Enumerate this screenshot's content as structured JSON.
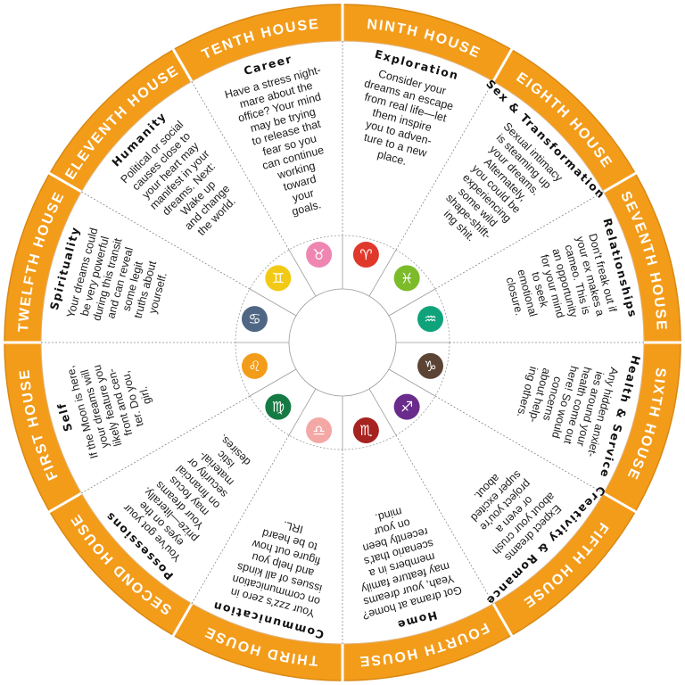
{
  "colors": {
    "ring": "#f39c1a",
    "ring_edge": "#d98812",
    "divider": "#ffffff",
    "background": "#ffffff"
  },
  "houses": [
    {
      "label": "FIRST HOUSE",
      "title": "Self",
      "lines": [
        "If the Moon is here,",
        "your dreams will",
        "likely feature you",
        "front and cen-",
        "ter. Do you,",
        "girl."
      ],
      "sign_icon": "leo-icon",
      "glyph": "♌",
      "color": "#f39c1a"
    },
    {
      "label": "SECOND HOUSE",
      "title": "Possessions",
      "lines": [
        "You've got your",
        "eyes on the",
        "prize—literally.",
        "Your dreams",
        "may focus",
        "on financial",
        "security or",
        "material-",
        "istic",
        "desires."
      ],
      "sign_icon": "virgo-icon",
      "glyph": "♍",
      "color": "#157a43"
    },
    {
      "label": "THIRD HOUSE",
      "title": "Communication",
      "lines": [
        "Your zzz's zero in",
        "on communication",
        "issues of all kinds",
        "and help you",
        "figure out how",
        "to be heard",
        "IRL."
      ],
      "sign_icon": "libra-icon",
      "glyph": "♎",
      "color": "#f4a8a6"
    },
    {
      "label": "FOURTH HOUSE",
      "title": "Home",
      "lines": [
        "Got drama at home?",
        "Yeah, your dreams",
        "may feature family",
        "members in a",
        "scenario that's",
        "recently been",
        "on your",
        "mind."
      ],
      "sign_icon": "scorpio-icon",
      "glyph": "♏",
      "color": "#a6231f"
    },
    {
      "label": "FIFTH HOUSE",
      "title": "Creativity & Romance",
      "lines": [
        "Expect dreams",
        "about your crush",
        "or even a",
        "project you're",
        "super excited",
        "about."
      ],
      "sign_icon": "sagittarius-icon",
      "glyph": "♐",
      "color": "#6a2c8c"
    },
    {
      "label": "SIXTH HOUSE",
      "title": "Health & Service",
      "lines": [
        "Any hidden anxiet-",
        "ies around your",
        "health come out",
        "here! So would",
        "concerns",
        "about help-",
        "ing others."
      ],
      "sign_icon": "capricorn-icon",
      "glyph": "♑",
      "color": "#5b4434"
    },
    {
      "label": "SEVENTH HOUSE",
      "title": "Relationships",
      "lines": [
        "Don't freak out if",
        "your ex makes a",
        "cameo. This is",
        "an opportunity",
        "for your mind",
        "to seek",
        "emotional",
        "closure."
      ],
      "sign_icon": "aquarius-icon",
      "glyph": "♒",
      "color": "#0fa37b"
    },
    {
      "label": "EIGHTH HOUSE",
      "title": "Sex & Transformation",
      "lines": [
        "Sexual intimacy",
        "is steaming up",
        "your dreams.",
        "Alternately,",
        "you could be",
        "experiencing",
        "some wild",
        "shape-shift-",
        "ing shit."
      ],
      "sign_icon": "pisces-icon",
      "glyph": "♓",
      "color": "#7cbb2a"
    },
    {
      "label": "NINTH HOUSE",
      "title": "Exploration",
      "lines": [
        "Consider your",
        "dreams an escape",
        "from real life—let",
        "them inspire",
        "you to adven-",
        "ture to a new",
        "place."
      ],
      "sign_icon": "aries-icon",
      "glyph": "♈",
      "color": "#e0392c"
    },
    {
      "label": "TENTH HOUSE",
      "title": "Career",
      "lines": [
        "Have a stress night-",
        "mare about the",
        "office? Your mind",
        "may be trying",
        "to release that",
        "fear so you",
        "can continue",
        "working",
        "toward",
        "your",
        "goals."
      ],
      "sign_icon": "taurus-icon",
      "glyph": "♉",
      "color": "#ef86b2"
    },
    {
      "label": "ELEVENTH HOUSE",
      "title": "Humanity",
      "lines": [
        "Political or social",
        "causes close to",
        "your heart may",
        "manifest in your",
        "dreams. Next:",
        "Wake up",
        "and change",
        "the world."
      ],
      "sign_icon": "gemini-icon",
      "glyph": "♊",
      "color": "#f2c915"
    },
    {
      "label": "TWELFTH HOUSE",
      "title": "Spirituality",
      "lines": [
        "Your dreams could",
        "be very powerful",
        "during this transit",
        "and can reveal",
        "some legit",
        "truths about",
        "yourself."
      ],
      "sign_icon": "cancer-icon",
      "glyph": "♋",
      "color": "#4f6784"
    }
  ]
}
